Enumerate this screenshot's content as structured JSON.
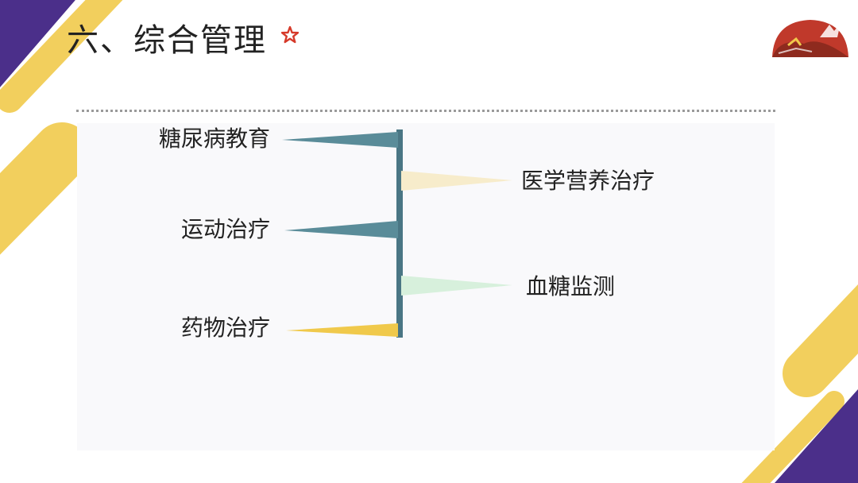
{
  "title": "六、综合管理",
  "colors": {
    "purple": "#4b2f8a",
    "yellow": "#f2cf5d",
    "teal": "#5a8c99",
    "bar": "#4a7684",
    "pale_yellow": "#f7eccb",
    "pale_green": "#d7f0dc",
    "mustard": "#f0c94b",
    "star": "#d63a2a"
  },
  "diagram": {
    "left_items": [
      {
        "label": "糖尿病教育",
        "color": "teal"
      },
      {
        "label": "运动治疗",
        "color": "teal"
      },
      {
        "label": "药物治疗",
        "color": "mustard"
      }
    ],
    "right_items": [
      {
        "label": "医学营养治疗",
        "color": "pale_yellow"
      },
      {
        "label": "血糖监测",
        "color": "pale_green"
      }
    ]
  }
}
